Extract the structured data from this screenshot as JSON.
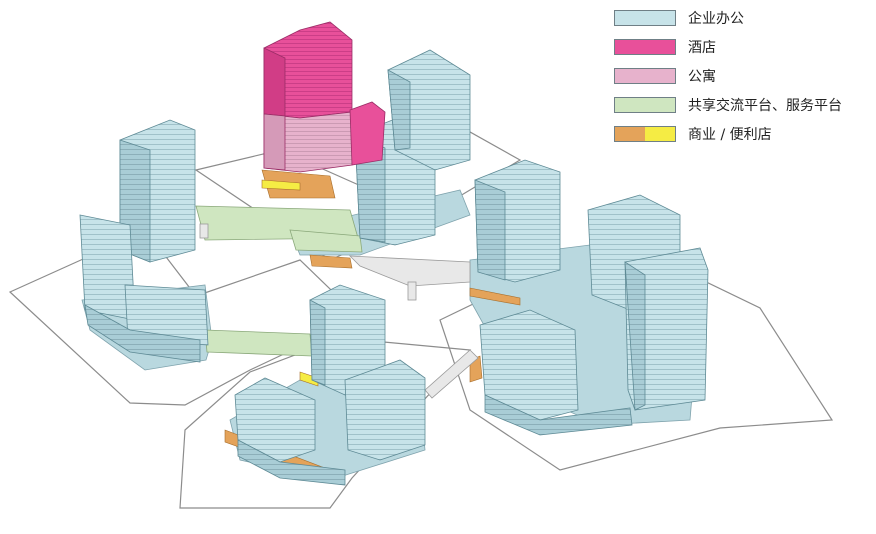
{
  "legend": {
    "items": [
      {
        "label": "企业办公",
        "colors": [
          "#c7e3e9"
        ]
      },
      {
        "label": "酒店",
        "colors": [
          "#e8509a"
        ]
      },
      {
        "label": "公寓",
        "colors": [
          "#e7b2cc"
        ]
      },
      {
        "label": "共享交流平台、服务平台",
        "colors": [
          "#cfe6c0"
        ]
      },
      {
        "label": "商业 / 便利店",
        "colors": [
          "#e4a35a",
          "#f5ec44"
        ]
      }
    ]
  },
  "colors": {
    "office": "#c7e3e9",
    "office_dark": "#9fc3cc",
    "hotel": "#e8509a",
    "apartment": "#e7b2cc",
    "platform": "#cfe6c0",
    "retail": "#e4a35a",
    "retail_yellow": "#f5ec44",
    "site_outline": "#8c8c8c",
    "bridge": "#e8e8e8"
  }
}
